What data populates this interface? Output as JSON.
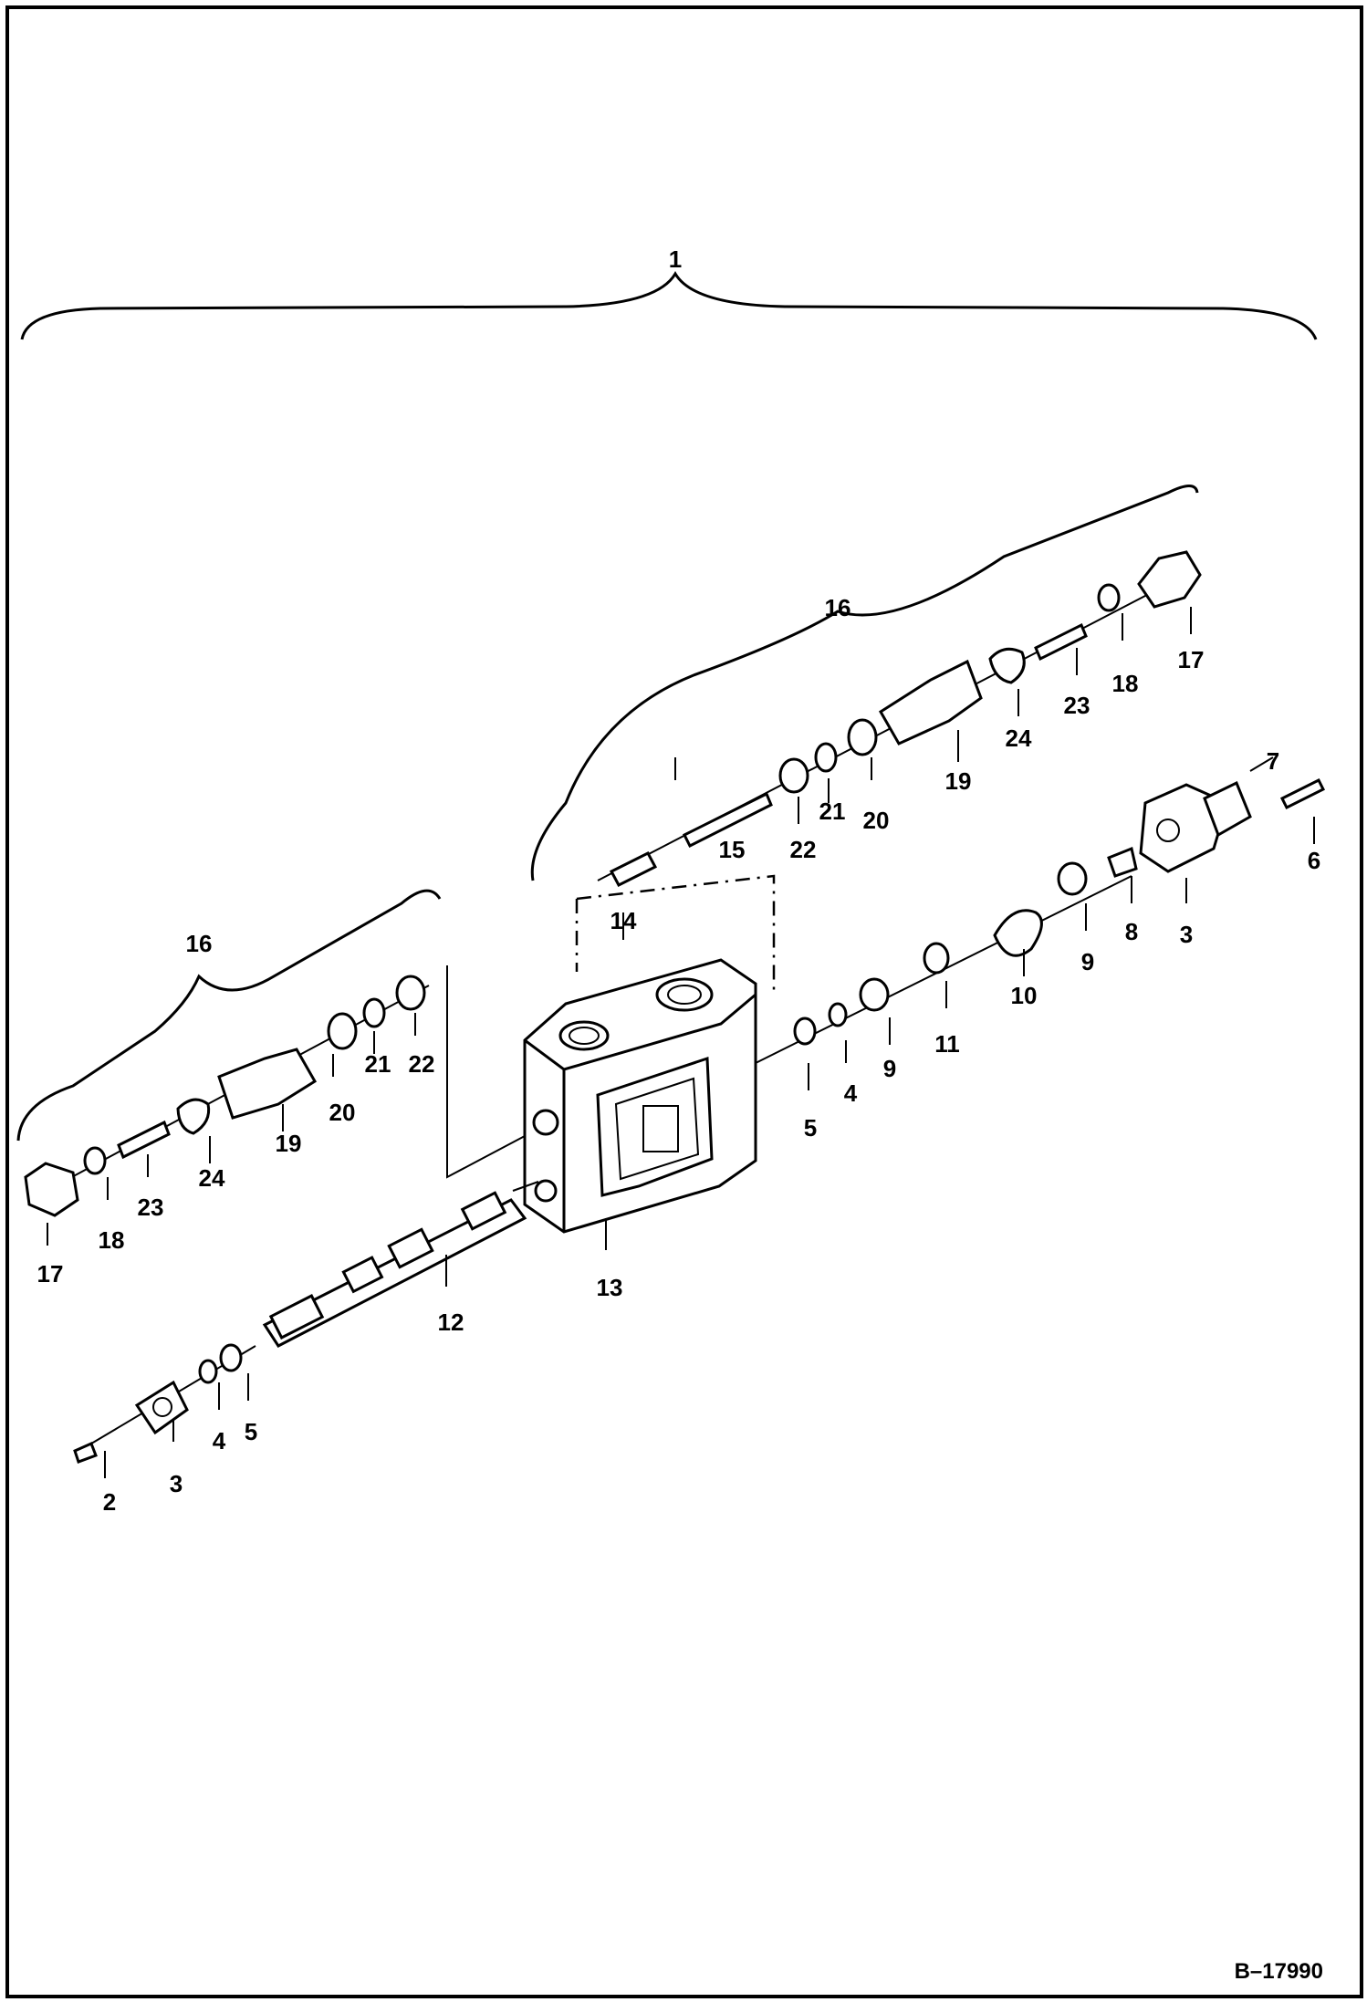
{
  "reference_code": "B–17990",
  "callouts": {
    "assembly": "1",
    "screw_left": "2",
    "flange_left": "3",
    "oring_left": "4",
    "backup_ring_left": "5",
    "bolt_right": "6",
    "cap_right": "7",
    "plug_right": "8",
    "seat_right": "9",
    "spring_right": "10",
    "washer_right": "11",
    "spool": "12",
    "valve_body": "13",
    "poppet": "14",
    "pin": "15",
    "relief_valve_upper": "16",
    "relief_valve_lower": "16",
    "plug_upper": "17",
    "plug_lower": "17",
    "oring_upper_18": "18",
    "oring_lower_18": "18",
    "housing_upper": "19",
    "housing_lower": "19",
    "oring_upper_20": "20",
    "oring_lower_20": "20",
    "ring_upper_21": "21",
    "ring_lower_21": "21",
    "ring_upper_22": "22",
    "ring_lower_22": "22",
    "spring_upper": "23",
    "spring_lower": "23",
    "poppet_upper_24": "24",
    "poppet_lower_24": "24",
    "flange_right": "3",
    "oring_right": "4",
    "backup_ring_right": "5",
    "seat_right_2": "9"
  }
}
